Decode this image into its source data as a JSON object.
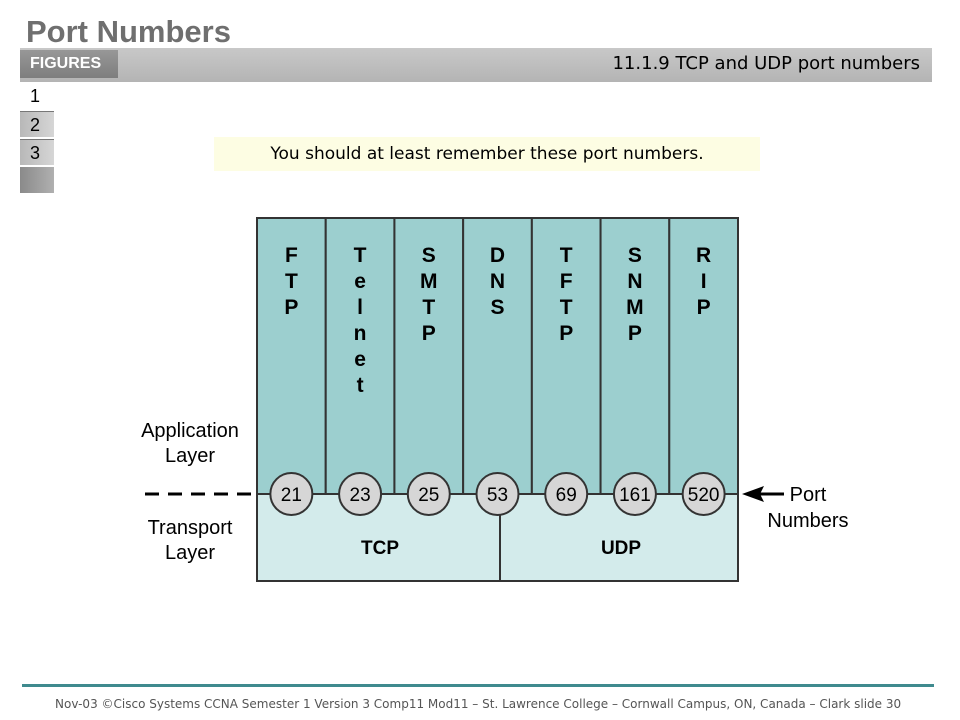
{
  "slide": {
    "title": "Port Numbers",
    "figures_label": "FIGURES",
    "section_title": "11.1.9   TCP and UDP port numbers",
    "figure_tabs": [
      "1",
      "2",
      "3"
    ],
    "note": "You should at least remember these port numbers.",
    "footer": "Nov-03 ©Cisco Systems CCNA Semester 1 Version 3 Comp11 Mod11 – St. Lawrence College – Cornwall Campus, ON, Canada – Clark slide 30"
  },
  "diagram": {
    "application_label": [
      "Application",
      "Layer"
    ],
    "transport_label": [
      "Transport",
      "Layer"
    ],
    "port_label": [
      "Port",
      "Numbers"
    ],
    "protocols": [
      {
        "letters": [
          "F",
          "T",
          "P"
        ],
        "port": "21"
      },
      {
        "letters": [
          "T",
          "e",
          "l",
          "n",
          "e",
          "t"
        ],
        "port": "23"
      },
      {
        "letters": [
          "S",
          "M",
          "T",
          "P"
        ],
        "port": "25"
      },
      {
        "letters": [
          "D",
          "N",
          "S"
        ],
        "port": "53"
      },
      {
        "letters": [
          "T",
          "F",
          "T",
          "P"
        ],
        "port": "69"
      },
      {
        "letters": [
          "S",
          "N",
          "M",
          "P"
        ],
        "port": "161"
      },
      {
        "letters": [
          "R",
          "I",
          "P"
        ],
        "port": "520"
      }
    ],
    "transport_protocols": [
      "TCP",
      "UDP"
    ],
    "colors": {
      "app_column": "#9ccfcf",
      "transport_box": "#d3ebeb",
      "port_circle": "#d6d6d6",
      "border": "#333333"
    }
  }
}
